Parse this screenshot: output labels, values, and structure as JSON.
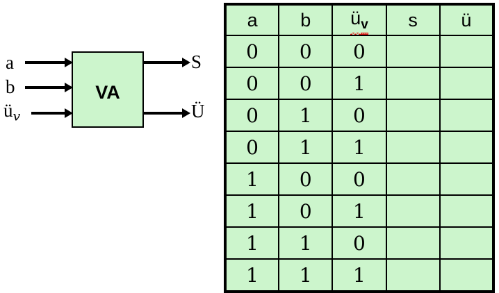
{
  "colors": {
    "cell_fill": "#ccf5cc",
    "border": "#000000",
    "page_background": "#ffffff",
    "spellcheck_underline": "#e81010"
  },
  "diagram": {
    "block_label": "VA",
    "inputs": [
      {
        "label": "a",
        "subscript": ""
      },
      {
        "label": "b",
        "subscript": ""
      },
      {
        "label": "ü",
        "subscript": "v"
      }
    ],
    "outputs": [
      {
        "label": "S"
      },
      {
        "label": "Ü"
      }
    ]
  },
  "table": {
    "headers": [
      {
        "text": "a",
        "subscript": "",
        "misspelled": false
      },
      {
        "text": "b",
        "subscript": "",
        "misspelled": false
      },
      {
        "text": "ü",
        "subscript": "v",
        "misspelled": true
      },
      {
        "text": "s",
        "subscript": "",
        "misspelled": false
      },
      {
        "text": "ü",
        "subscript": "",
        "misspelled": false
      }
    ],
    "rows": [
      [
        "0",
        "0",
        "0",
        "",
        ""
      ],
      [
        "0",
        "0",
        "1",
        "",
        ""
      ],
      [
        "0",
        "1",
        "0",
        "",
        ""
      ],
      [
        "0",
        "1",
        "1",
        "",
        ""
      ],
      [
        "1",
        "0",
        "0",
        "",
        ""
      ],
      [
        "1",
        "0",
        "1",
        "",
        ""
      ],
      [
        "1",
        "1",
        "0",
        "",
        ""
      ],
      [
        "1",
        "1",
        "1",
        "",
        ""
      ]
    ]
  }
}
